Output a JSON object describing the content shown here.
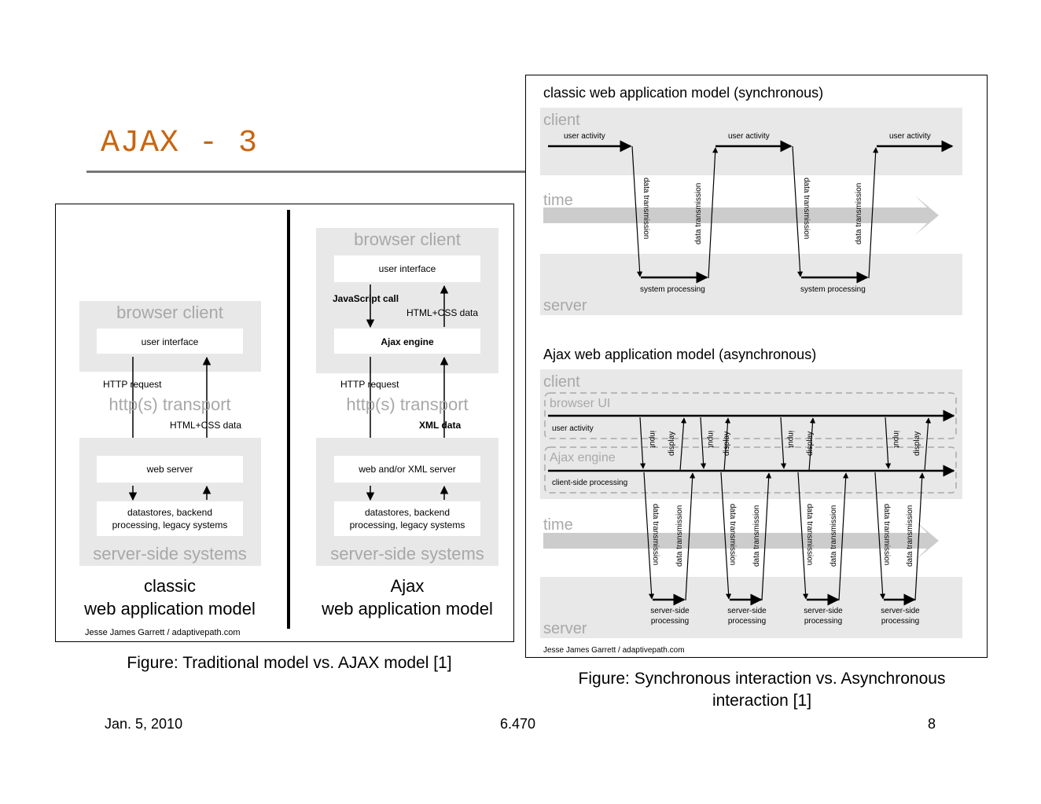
{
  "slide": {
    "title": "AJAX - 3",
    "footer_date": "Jan. 5, 2010",
    "footer_course": "6.470",
    "footer_page": "8"
  },
  "left_figure": {
    "caption": "Figure: Traditional model vs. AJAX model [1]",
    "credit": "Jesse James Garrett / adaptivepath.com",
    "classic": {
      "browser_client": "browser client",
      "user_interface": "user interface",
      "http_request": "HTTP request",
      "transport": "http(s) transport",
      "html_css_data": "HTML+CSS data",
      "web_server": "web server",
      "datastores_line1": "datastores, backend",
      "datastores_line2": "processing, legacy systems",
      "server_side": "server-side systems",
      "label_line1": "classic",
      "label_line2": "web application model"
    },
    "ajax": {
      "browser_client": "browser client",
      "user_interface": "user interface",
      "javascript_call": "JavaScript call",
      "html_css_data": "HTML+CSS data",
      "ajax_engine": "Ajax engine",
      "http_request": "HTTP request",
      "transport": "http(s) transport",
      "xml_data": "XML data",
      "web_xml_server": "web and/or XML server",
      "datastores_line1": "datastores, backend",
      "datastores_line2": "processing, legacy systems",
      "server_side": "server-side systems",
      "label_line1": "Ajax",
      "label_line2": "web application model"
    }
  },
  "right_figure": {
    "caption_line1": "Figure: Synchronous interaction vs. Asynchronous",
    "caption_line2": "interaction [1]",
    "credit": "Jesse James Garrett / adaptivepath.com",
    "sync": {
      "heading": "classic web application model (synchronous)",
      "client": "client",
      "time": "time",
      "server": "server",
      "user_activity": "user activity",
      "data_transmission": "data transmission",
      "system_processing": "system processing"
    },
    "async": {
      "heading": "Ajax web application model (asynchronous)",
      "client": "client",
      "browser_ui": "browser UI",
      "user_activity": "user activity",
      "ajax_engine": "Ajax engine",
      "client_side_processing": "client-side processing",
      "input": "input",
      "display": "display",
      "time": "time",
      "data_transmission": "data transmission",
      "server": "server",
      "server_side_line1": "server-side",
      "server_side_line2": "processing"
    }
  },
  "colors": {
    "title": "#c8650f",
    "band": "#e8e8e8",
    "band_label": "#a8a8a8",
    "time_arrow": "#cccccc"
  }
}
